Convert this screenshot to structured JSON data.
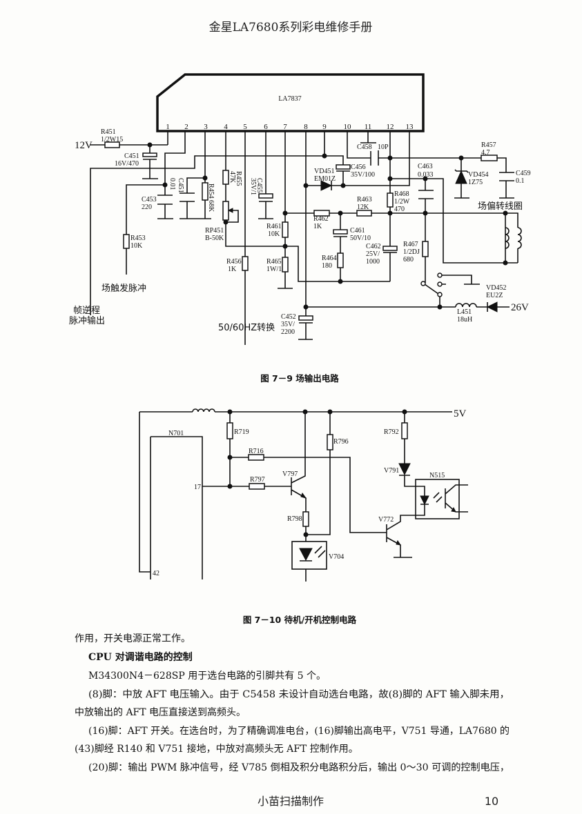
{
  "header": {
    "title": "金星LA7680系列彩电维修手册"
  },
  "fig1": {
    "ic_name": "LA7837",
    "pins": [
      "1",
      "2",
      "3",
      "4",
      "5",
      "6",
      "7",
      "8",
      "9",
      "10",
      "11",
      "12",
      "13"
    ],
    "caption": "图 7－9 场输出电路",
    "labels": {
      "v12": "12V",
      "r451": "R451",
      "r451v": "1/2W15",
      "c451": "C451",
      "c451v": "16V/470",
      "c453": "C453",
      "c453v": "220",
      "c451b": "C451",
      "c451bv": "0.01",
      "r454": "R454",
      "r454v": "68K",
      "r455": "R455",
      "r455v": "47K",
      "c455": "C455",
      "c455v": "35V/1",
      "rp451": "RP451",
      "rp451v": "B-50K",
      "r453": "R453",
      "r453v": "10K",
      "r456": "R456",
      "r456v": "1K",
      "r461": "R461",
      "r461v": "10K",
      "r465": "R465",
      "r465v": "1W/1",
      "trig": "场触发脉冲",
      "flyback1": "帧逆程",
      "flyback2": "脉冲输出",
      "hz": "50/60HZ转换",
      "c452": "C452",
      "c452v1": "35V/",
      "c452v2": "2200",
      "vd451": "VD451",
      "vd451v": "EM01Z",
      "c456": "C456",
      "c456v": "35V/100",
      "c458": "C458",
      "c458v": "10P",
      "r462": "R462",
      "r462v": "1K",
      "r463": "R463",
      "r463v": "12K",
      "r468": "R468",
      "r468v1": "1/2W",
      "r468v2": "470",
      "c461": "C461",
      "c461v": "50V/10",
      "r464": "R464",
      "r464v": "180",
      "c462": "C462",
      "c462v1": "25V/",
      "c462v2": "1000",
      "r467": "R467",
      "r467v1": "1/2DJ",
      "r467v2": "680",
      "c463": "C463",
      "c463v": "0.033",
      "r457": "R457",
      "r457v": "4.7",
      "vd454": "VD454",
      "vd454v": "1Z75",
      "c459": "C459",
      "c459v": "0.1",
      "coil": "场偏转线圈",
      "vd452": "VD452",
      "vd452v": "EU2Z",
      "l451": "L451",
      "l451v": "18uH",
      "v26": "26V"
    }
  },
  "fig2": {
    "caption": "图 7－10 待机/开机控制电路",
    "labels": {
      "v5": "5V",
      "n701": "N701",
      "pin17": "17",
      "pin42": "42",
      "r719": "R719",
      "r716": "R716",
      "r797": "R797",
      "r796": "R796",
      "v797": "V797",
      "r798": "R798",
      "v704": "V704",
      "r792": "R792",
      "v791": "V791",
      "n515": "N515",
      "v772": "V772"
    }
  },
  "body": {
    "lines": [
      "作用，开关电源正常工作。",
      "CPU 对调谐电路的控制",
      "M34300N4－628SP 用于选台电路的引脚共有 5 个。",
      "(8)脚：中放 AFT 电压输入。由于 C5458 未设计自动选台电路，故(8)脚的 AFT 输入脚未用，",
      "中放输出的 AFT 电压直接送到高频头。",
      "(16)脚：AFT 开关。在选台时，为了精确调准电台，(16)脚输出高电平，V751 导通，LA7680 的",
      "(43)脚经 R140 和 V751 接地，中放对高频头无 AFT 控制作用。",
      "(20)脚：输出 PWM 脉冲信号，经 V785 倒相及积分电路积分后，输出 0～30 可调的控制电压，"
    ]
  },
  "footer": {
    "credit": "小苗扫描制作",
    "page": "10"
  }
}
